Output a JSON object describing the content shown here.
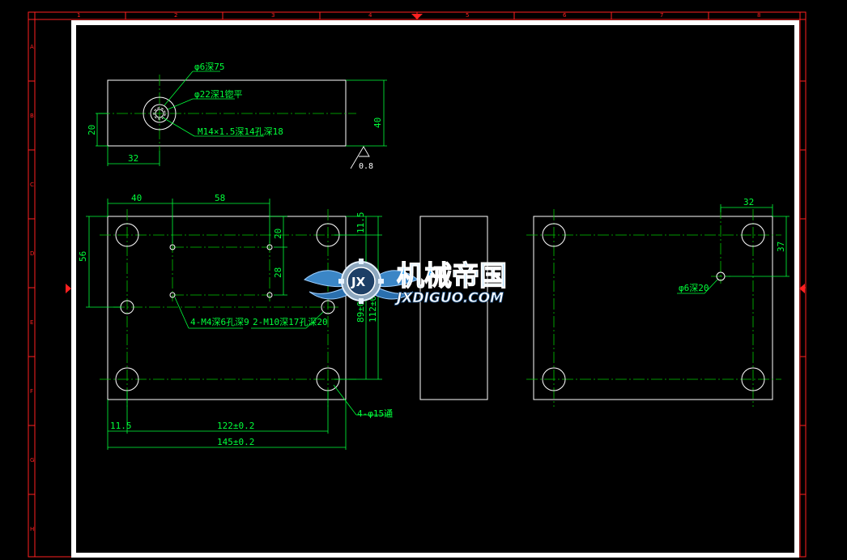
{
  "colors": {
    "background": "#000000",
    "outline": "#ffffff",
    "centerline": "#00c800",
    "dimension": "#00ff3a",
    "frame": "#ff2020",
    "watermark": "#2aa6ff"
  },
  "frame": {
    "top_zones": [
      "1",
      "2",
      "3",
      "4",
      "5",
      "6",
      "7",
      "8"
    ],
    "left_zones": [
      "A",
      "B",
      "C",
      "D",
      "E",
      "F",
      "G",
      "H"
    ]
  },
  "top_view": {
    "callout_hole": "φ6深75",
    "callout_counterbore": "φ22深1锪平",
    "callout_thread": "M14×1.5深14孔深18",
    "dim_height": "20",
    "dim_width_offset": "32",
    "dim_total": "40",
    "roughness": "0.8"
  },
  "front_view": {
    "dim_40": "40",
    "dim_58": "58",
    "dim_56": "56",
    "dim_20": "20",
    "dim_28": "28",
    "dim_11_5_right": "11.5",
    "dim_89": "89±0.2",
    "dim_112": "112±0.2",
    "callout_m4": "4-M4深6孔深9",
    "callout_m10": "2-M10深17孔深20",
    "callout_phi15": "4-φ15通",
    "dim_11_5_bottom": "11.5",
    "dim_122": "122±0.2",
    "dim_145": "145±0.2"
  },
  "right_view": {
    "dim_32": "32",
    "dim_37": "37",
    "callout_phi6": "φ6深20"
  },
  "watermark": {
    "title": "机械帝国",
    "url": "JXDIGUO.COM",
    "badge": "JX"
  }
}
